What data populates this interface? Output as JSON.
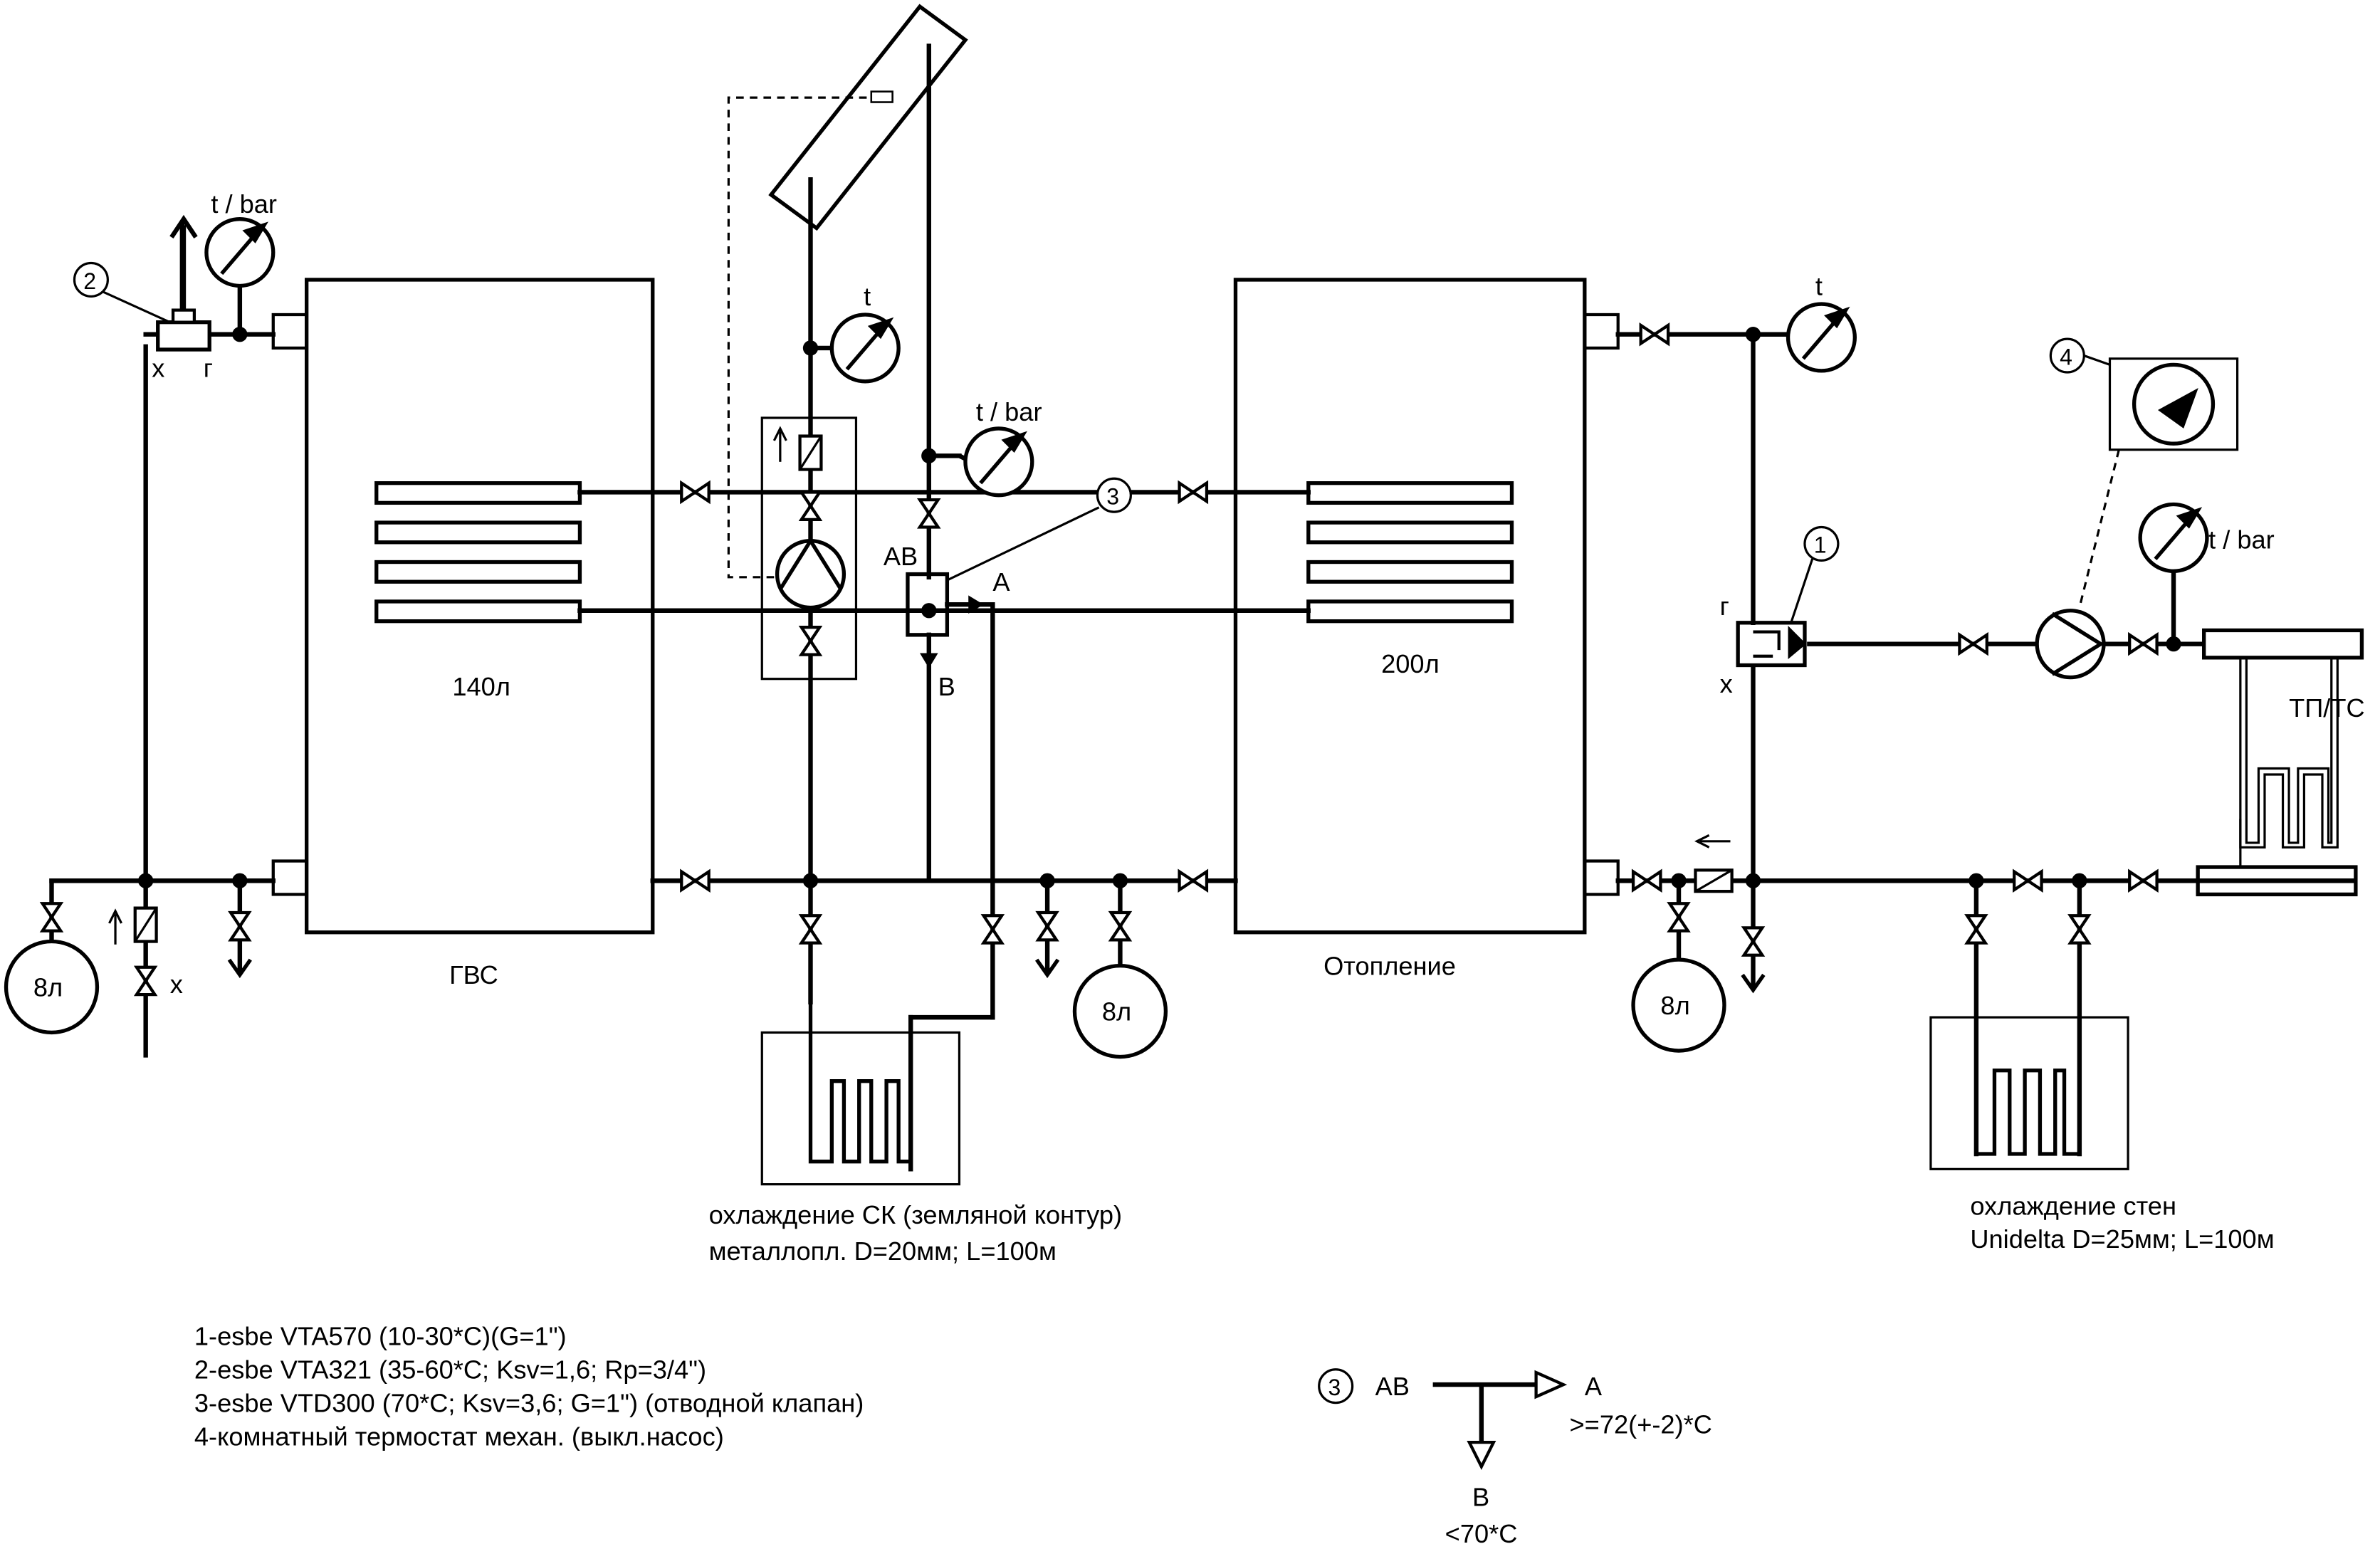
{
  "tanks": {
    "dhw": {
      "volume": "140л",
      "name": "ГВС"
    },
    "heating": {
      "volume": "200л",
      "name": "Отопление"
    }
  },
  "vessels": {
    "left": "8л",
    "middle": "8л",
    "right": "8л"
  },
  "gauges": {
    "dhw_outlet": "t / bar",
    "solar_flow": "t",
    "solar_return": "t / bar",
    "heating_outlet": "t",
    "floor_circuit": "t / bar"
  },
  "valve_marks": {
    "v2_cold": "x",
    "v2_hot": "г",
    "v1_hot": "г",
    "v1_cold": "x",
    "v3_ab": "AB",
    "v3_a": "A",
    "v3_b": "B",
    "cold_inlet": "x"
  },
  "callouts": [
    "1",
    "2",
    "3",
    "4"
  ],
  "loads": {
    "floor": "ТП/ТС",
    "ground_loop": [
      "охлаждение СК (земляной контур)",
      "металлопл. D=20мм; L=100м"
    ],
    "wall_cooling": [
      "охлаждение стен",
      "Unidelta D=25мм; L=100м"
    ]
  },
  "legend": [
    "1-esbe VTA570 (10-30*C)(G=1\")",
    "2-esbe VTA321 (35-60*C; Ksv=1,6; Rp=3/4\")",
    "3-esbe VTD300 (70*C; Ksv=3,6; G=1\") (отводной клапан)",
    "4-комнатный термостат механ. (выкл.насос)"
  ],
  "valve3_detail": {
    "number": "3",
    "inlet": "AB",
    "port_a": "A",
    "port_a_condition": ">=72(+-2)*C",
    "port_b": "B",
    "port_b_condition": "<70*C"
  }
}
